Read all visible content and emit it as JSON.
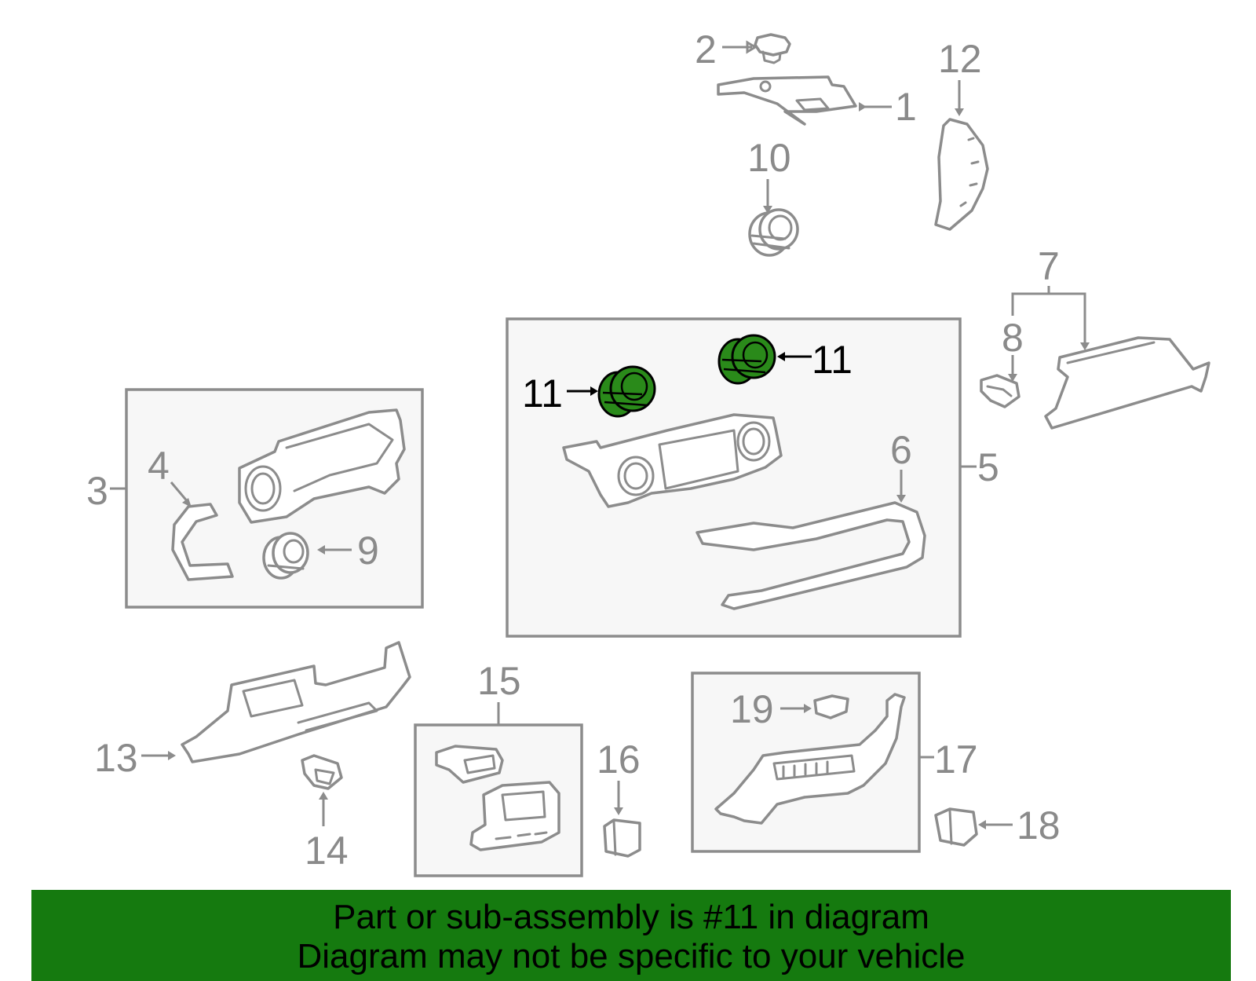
{
  "colors": {
    "line_gray": "#8c8c8c",
    "box_fill": "#f7f7f7",
    "highlight_green": "#2a8a1a",
    "banner_green": "#157a0f"
  },
  "callouts": {
    "c1": "1",
    "c2": "2",
    "c3": "3",
    "c4": "4",
    "c5": "5",
    "c6": "6",
    "c7": "7",
    "c8": "8",
    "c9": "9",
    "c10": "10",
    "c11a": "11",
    "c11b": "11",
    "c12": "12",
    "c13": "13",
    "c14": "14",
    "c15": "15",
    "c16": "16",
    "c17": "17",
    "c18": "18",
    "c19": "19"
  },
  "banner": {
    "line1": "Part or sub-assembly is #11 in diagram",
    "line2": "Diagram may not be specific to your vehicle"
  }
}
